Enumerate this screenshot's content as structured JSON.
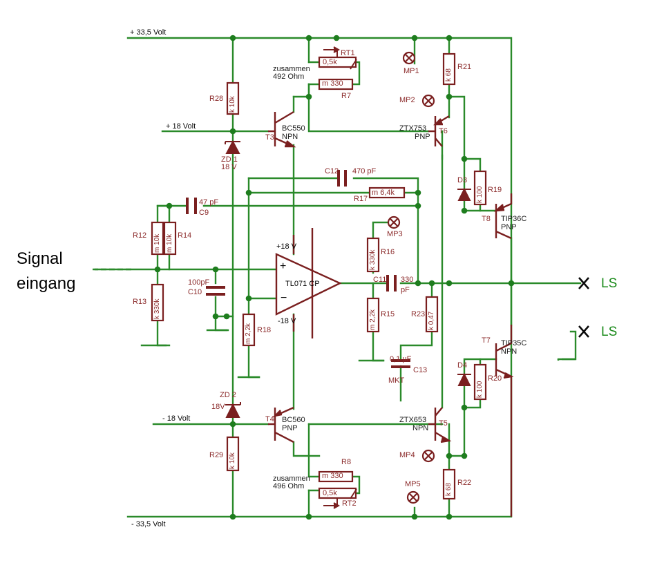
{
  "colors": {
    "wire": "#2a8a2a",
    "component": "#8b2a2a",
    "text": "#8b2a2a",
    "node": "#1e7d1e"
  },
  "rails": {
    "pos335": "+ 33,5 Volt",
    "neg335": "- 33,5 Volt",
    "pos18": "+ 18 Volt",
    "neg18": "- 18 Volt"
  },
  "signal": {
    "line1": "Signal",
    "line2": "eingang"
  },
  "output": {
    "ls1": "LS",
    "ls2": "LS"
  },
  "opamp": {
    "name": "TL071 CP",
    "vpos": "+18 V",
    "vneg": "-18 V",
    "plus": "+",
    "minus": "−"
  },
  "resistors": {
    "R28": {
      "ref": "R28",
      "value": "k 10k"
    },
    "R29": {
      "ref": "R29",
      "value": "k 10k"
    },
    "R12": {
      "ref": "R12",
      "value": "m 10k"
    },
    "R14": {
      "ref": "R14",
      "value": "m 10k"
    },
    "R13": {
      "ref": "R13",
      "value": "k 330k"
    },
    "R18": {
      "ref": "R18",
      "value": "m 2,2k"
    },
    "R16": {
      "ref": "R16",
      "value": "k 330k"
    },
    "R15": {
      "ref": "R15",
      "value": "m 2,2k"
    },
    "R17": {
      "ref": "R17",
      "value": "m 6,4k"
    },
    "R7": {
      "ref": "R7",
      "value": "m 330"
    },
    "R8": {
      "ref": "R8",
      "value": "m 330"
    },
    "RT1": {
      "ref": "RT1",
      "value": "0,5k"
    },
    "RT2": {
      "ref": "RT2",
      "value": "0,5k"
    },
    "R21": {
      "ref": "R21",
      "value": "k 68"
    },
    "R22": {
      "ref": "R22",
      "value": "k 68"
    },
    "R19": {
      "ref": "R19",
      "value": "k 100"
    },
    "R20": {
      "ref": "R20",
      "value": "k 100"
    },
    "R23": {
      "ref": "R23",
      "value": "k 0,47"
    }
  },
  "capacitors": {
    "C9": {
      "ref": "C9",
      "value": "47 pF"
    },
    "C10": {
      "ref": "C10",
      "value": "100pF"
    },
    "C11": {
      "ref": "C11",
      "value": "330",
      "unit": "pF"
    },
    "C12": {
      "ref": "C12",
      "value": "470 pF"
    },
    "C13": {
      "ref": "C13",
      "value": "0,1 µF",
      "type": "MKT"
    }
  },
  "transistors": {
    "T3": {
      "ref": "T3",
      "part": "BC550",
      "type": "NPN"
    },
    "T4": {
      "ref": "T4",
      "part": "BC560",
      "type": "PNP"
    },
    "T5": {
      "ref": "T5",
      "part": "ZTX653",
      "type": "NPN"
    },
    "T6": {
      "ref": "T6",
      "part": "ZTX753",
      "type": "PNP"
    },
    "T7": {
      "ref": "T7",
      "part": "TIP35C",
      "type": "NPN"
    },
    "T8": {
      "ref": "T8",
      "part": "TIP36C",
      "type": "PNP"
    }
  },
  "diodes": {
    "ZD1": {
      "ref": "ZD 1",
      "value": "18 V"
    },
    "ZD2": {
      "ref": "ZD 2",
      "value": "18V"
    },
    "D3": {
      "ref": "D3"
    },
    "D4": {
      "ref": "D4"
    }
  },
  "measure_points": [
    "MP1",
    "MP2",
    "MP3",
    "MP4",
    "MP5"
  ],
  "notes": {
    "top_line1": "zusammen",
    "top_line2": "492 Ohm",
    "bottom_line1": "zusammen",
    "bottom_line2": "496 Ohm"
  }
}
